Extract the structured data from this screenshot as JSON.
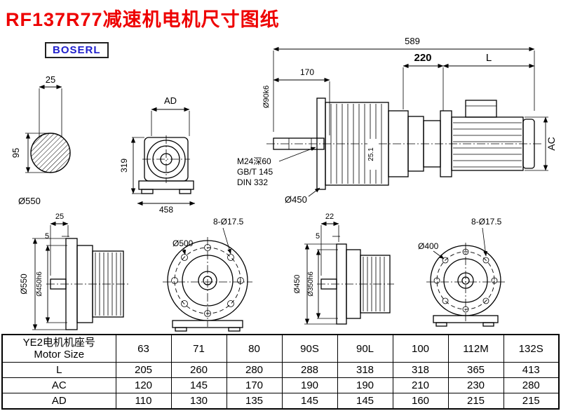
{
  "page": {
    "title": "RF137R77减速机电机尺寸图纸",
    "logo": "BOSERL"
  },
  "views": {
    "shaft_section": {
      "key_width": "25",
      "height": "95",
      "label": "Ø550"
    },
    "gearbox_front": {
      "width_label": "AD",
      "height": "319",
      "width": "458"
    },
    "reducer_side": {
      "total_length": "589",
      "shaft_length": "170",
      "shaft_diameter": "Ø90k6",
      "tap_note": "M24深60",
      "std_gb": "GB/T 145",
      "std_din": "DIN 332",
      "flange_diameter": "Ø450",
      "inset_dim": "25.1"
    },
    "motor": {
      "front_length": "220",
      "length_label": "L",
      "height_label": "AC"
    },
    "flange_side_large": {
      "thickness": "25",
      "step": "5",
      "outer_diameter": "Ø550",
      "spigot_diameter": "Ø450h6"
    },
    "flange_front_large": {
      "holes": "8-Ø17.5",
      "bolt_circle": "Ø500"
    },
    "flange_side_small": {
      "thickness": "22",
      "step": "5",
      "outer_diameter": "Ø450",
      "spigot_diameter": "Ø350h6"
    },
    "flange_front_small": {
      "holes": "8-Ø17.5",
      "bolt_circle": "Ø400"
    }
  },
  "table": {
    "header": {
      "line1": "YE2电机机座号",
      "line2": "Motor Size"
    },
    "columns": [
      "63",
      "71",
      "80",
      "90S",
      "90L",
      "100",
      "112M",
      "132S"
    ],
    "rows": [
      {
        "label": "L",
        "values": [
          "205",
          "260",
          "280",
          "288",
          "318",
          "318",
          "365",
          "413"
        ]
      },
      {
        "label": "AC",
        "values": [
          "120",
          "145",
          "170",
          "190",
          "190",
          "210",
          "230",
          "280"
        ]
      },
      {
        "label": "AD",
        "values": [
          "110",
          "130",
          "135",
          "145",
          "145",
          "160",
          "215",
          "215"
        ]
      }
    ]
  }
}
